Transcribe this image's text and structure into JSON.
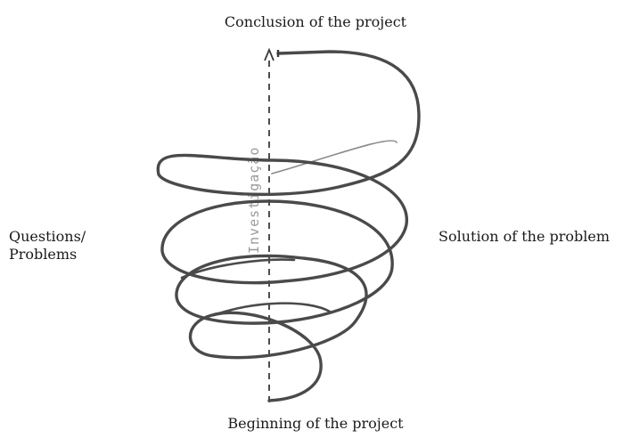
{
  "labels": {
    "top": "Conclusion of the project",
    "bottom": "Beginning of the project",
    "left_line1": "Questions/",
    "left_line2": "Problems",
    "right": "Solution of the problem"
  },
  "axis_text": "Investigação"
}
